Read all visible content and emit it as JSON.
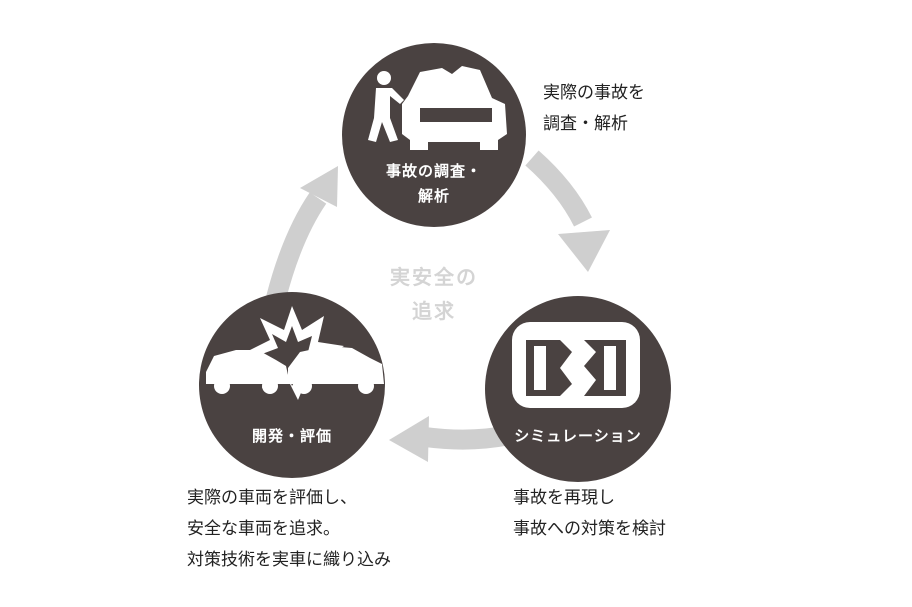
{
  "center": {
    "line1": "実安全の",
    "line2": "追求"
  },
  "nodes": {
    "investigation": {
      "label_line1": "事故の調査・",
      "label_line2": "解析",
      "description": [
        "実際の事故を",
        "調査・解析"
      ],
      "icon": "mechanic-inspecting-car-icon"
    },
    "simulation": {
      "label_line1": "シミュレーション",
      "description": [
        "事故を再現し",
        "事故への対策を検討"
      ],
      "icon": "crash-simulation-icon"
    },
    "development": {
      "label_line1": "開発・評価",
      "description": [
        "実際の車両を評価し、",
        "安全な車両を追求。",
        "対策技術を実車に織り込み"
      ],
      "icon": "car-collision-icon"
    }
  },
  "colors": {
    "node_fill": "#4a4241",
    "arrow": "#cfcfcf",
    "center_text": "#d4d4d4",
    "icon": "#ffffff"
  }
}
